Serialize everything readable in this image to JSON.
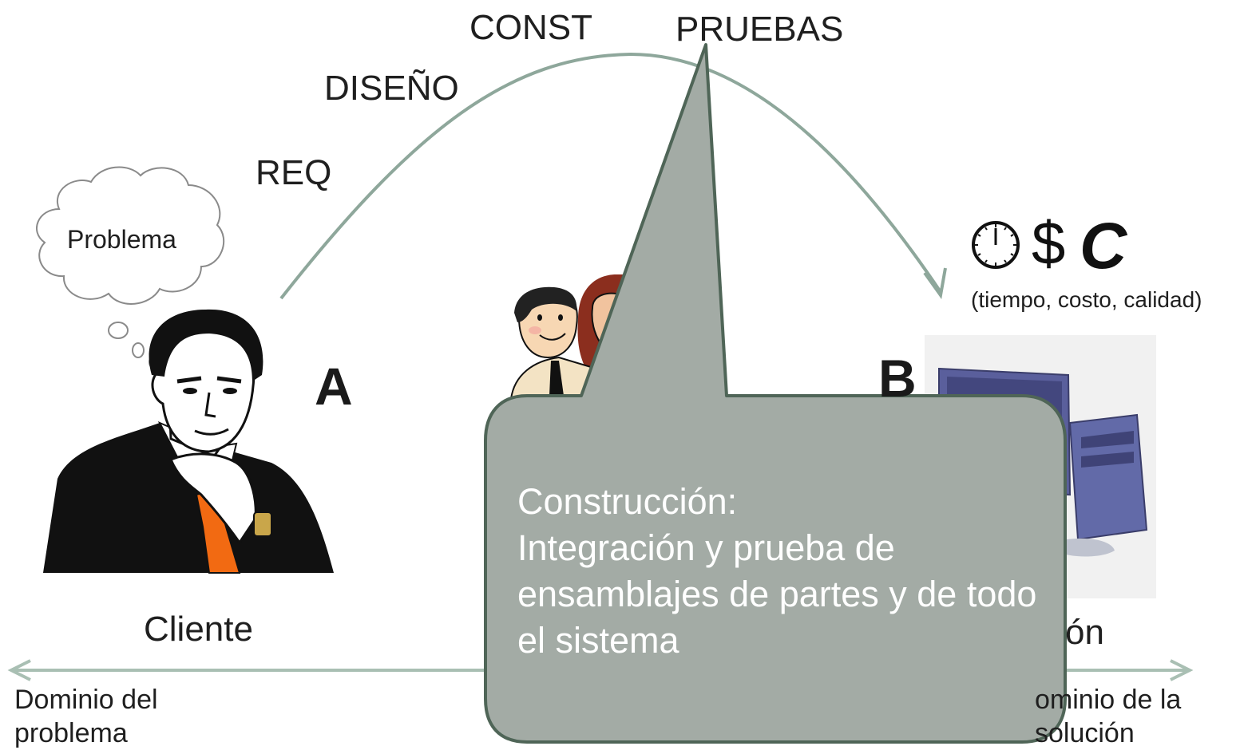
{
  "phases": {
    "req": "REQ",
    "design": "DISEÑO",
    "const": "CONST",
    "tests": "PRUEBAS"
  },
  "thought": "Problema",
  "points": {
    "a": "A",
    "b": "B"
  },
  "roles": {
    "client": "Cliente",
    "solution_partial": "ón"
  },
  "tcc": {
    "clock_icon": "clock-icon",
    "dollar": "$",
    "c": "C",
    "subtitle": "(tiempo, costo, calidad)"
  },
  "domains": {
    "problem": "Dominio del problema",
    "solution_partial": "ominio de la solución"
  },
  "callout": {
    "text": "Construcción:\nIntegración y prueba de ensamblajes de partes y de todo el sistema"
  },
  "colors": {
    "arc": "#8ea79b",
    "callout_fill": "#a3aba5",
    "callout_border": "#4f6557",
    "timeline": "#a9bfb3",
    "tie": "#f26a12",
    "computer": "#5a5f9c"
  }
}
